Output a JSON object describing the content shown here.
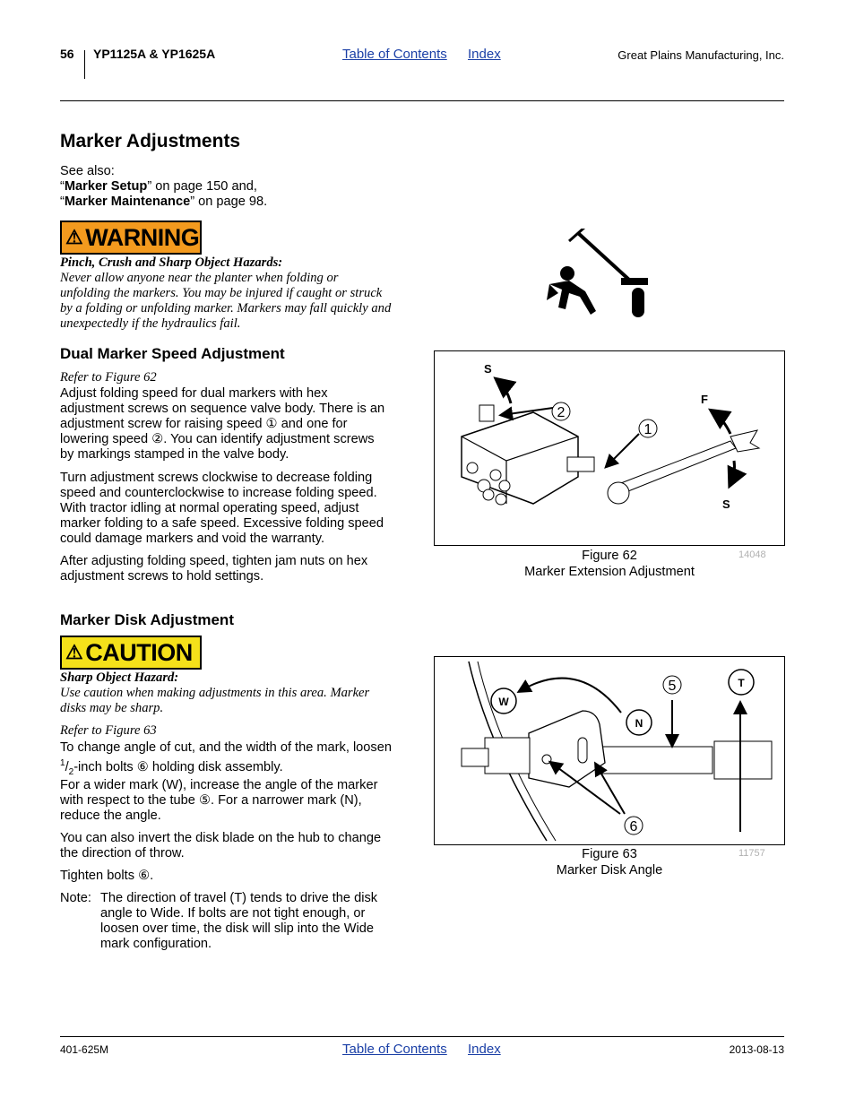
{
  "header": {
    "page_number": "56",
    "model": "YP1125A & YP1625A",
    "toc_link": "Table of Contents",
    "index_link": "Index",
    "company": "Great Plains Manufacturing, Inc."
  },
  "title": "Marker Adjustments",
  "see_also": {
    "intro": "See also:",
    "line1_bold": "Marker Setup",
    "line1_rest": "” on page 150 and,",
    "line2_bold": "Marker Maintenance",
    "line2_rest": "” on page 98."
  },
  "warning": {
    "label": "WARNING",
    "color": "#f39a1e",
    "hazard_title": "Pinch, Crush and Sharp Object Hazards:",
    "lines": [
      "Never allow anyone near the planter when folding or",
      "unfolding the markers. You may be injured if caught or struck",
      "by a folding or unfolding marker. Markers may fall quickly and",
      "unexpectedly if the hydraulics fail."
    ]
  },
  "dual_marker": {
    "heading": "Dual Marker Speed Adjustment",
    "refer": "Refer to Figure 62",
    "p1": [
      "Adjust folding speed for dual markers with hex",
      "adjustment screws on sequence valve body. There is an",
      "adjustment screw for raising speed ① and one for",
      "lowering speed ②. You can identify adjustment screws",
      "by markings stamped in the valve body."
    ],
    "p2": [
      "Turn adjustment screws clockwise to decrease folding",
      "speed and counterclockwise to increase folding speed.",
      "With tractor idling at normal operating speed, adjust",
      "marker folding to a safe speed. Excessive folding speed",
      "could damage markers and void the warranty."
    ],
    "p3": [
      "After adjusting folding speed, tighten jam nuts on hex",
      "adjustment screws to hold settings."
    ]
  },
  "figure62": {
    "caption_num": "Figure 62",
    "caption_title": "Marker Extension Adjustment",
    "id": "14048",
    "labels": {
      "s_top": "S",
      "f": "F",
      "s_bottom": "S",
      "c1": "1",
      "c2": "2"
    }
  },
  "marker_disk": {
    "heading": "Marker Disk Adjustment",
    "caution_label": "CAUTION",
    "caution_color": "#f5e11a",
    "hazard_title": "Sharp Object Hazard:",
    "hazard_lines": [
      "Use caution when making adjustments in this area. Marker",
      "disks may be sharp."
    ],
    "refer": "Refer to Figure 63",
    "p1_line1": "To change angle of cut, and the width of the mark, loosen",
    "p1_frac_num": "1",
    "p1_frac_den": "2",
    "p1_line2_rest": "-inch bolts ⑥ holding disk assembly.",
    "p2": [
      "For a wider mark (W), increase the angle of the marker",
      "with respect to the tube ⑤. For a narrower mark (N),",
      "reduce the angle."
    ],
    "p3": [
      "You can also invert the disk blade on the hub to change",
      "the direction of throw."
    ],
    "p4": "Tighten bolts ⑥.",
    "note_label": "Note:",
    "note_lines": [
      "The direction of travel (T) tends to drive the disk",
      "angle to Wide. If bolts are not tight enough, or",
      "loosen over time, the disk will slip into the Wide",
      "mark configuration."
    ]
  },
  "figure63": {
    "caption_num": "Figure 63",
    "caption_title": "Marker Disk Angle",
    "id": "11757",
    "labels": {
      "w": "W",
      "n": "N",
      "t": "T",
      "c5": "5",
      "c6": "6"
    }
  },
  "footer": {
    "doc_number": "401-625M",
    "toc_link": "Table of Contents",
    "index_link": "Index",
    "date": "2013-08-13"
  }
}
